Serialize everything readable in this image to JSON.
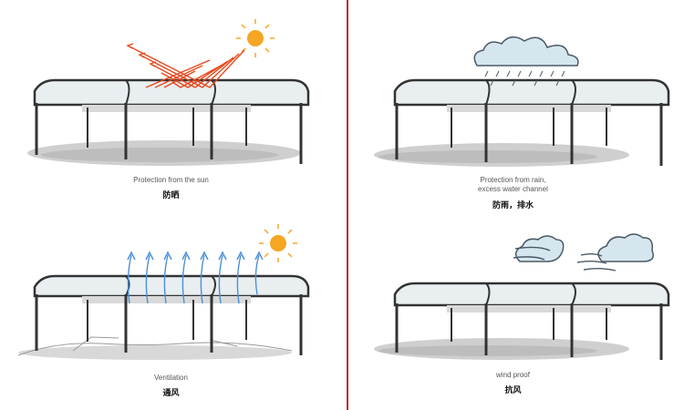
{
  "panels": {
    "sun": {
      "caption_en": "Protection from the sun",
      "caption_cn": "防晒"
    },
    "rain": {
      "caption_en_line1": "Protection from rain,",
      "caption_en_line2": "excess water channel",
      "caption_cn": "防雨，排水"
    },
    "ventilation": {
      "caption_en": "Ventilation",
      "caption_cn": "通风"
    },
    "wind": {
      "caption_en": "wind proof",
      "caption_cn": "抗风"
    }
  },
  "colors": {
    "divider": "#c0272d",
    "sun_fill": "#f5a623",
    "sun_ray_arrows": "#e8491d",
    "vent_arrows": "#4a90d9",
    "cloud_fill": "#d6e6ee",
    "structure": "#333333"
  },
  "icons": [
    "sun-icon",
    "rain-cloud-icon",
    "wind-cloud-icon",
    "airflow-arrow-icon"
  ]
}
